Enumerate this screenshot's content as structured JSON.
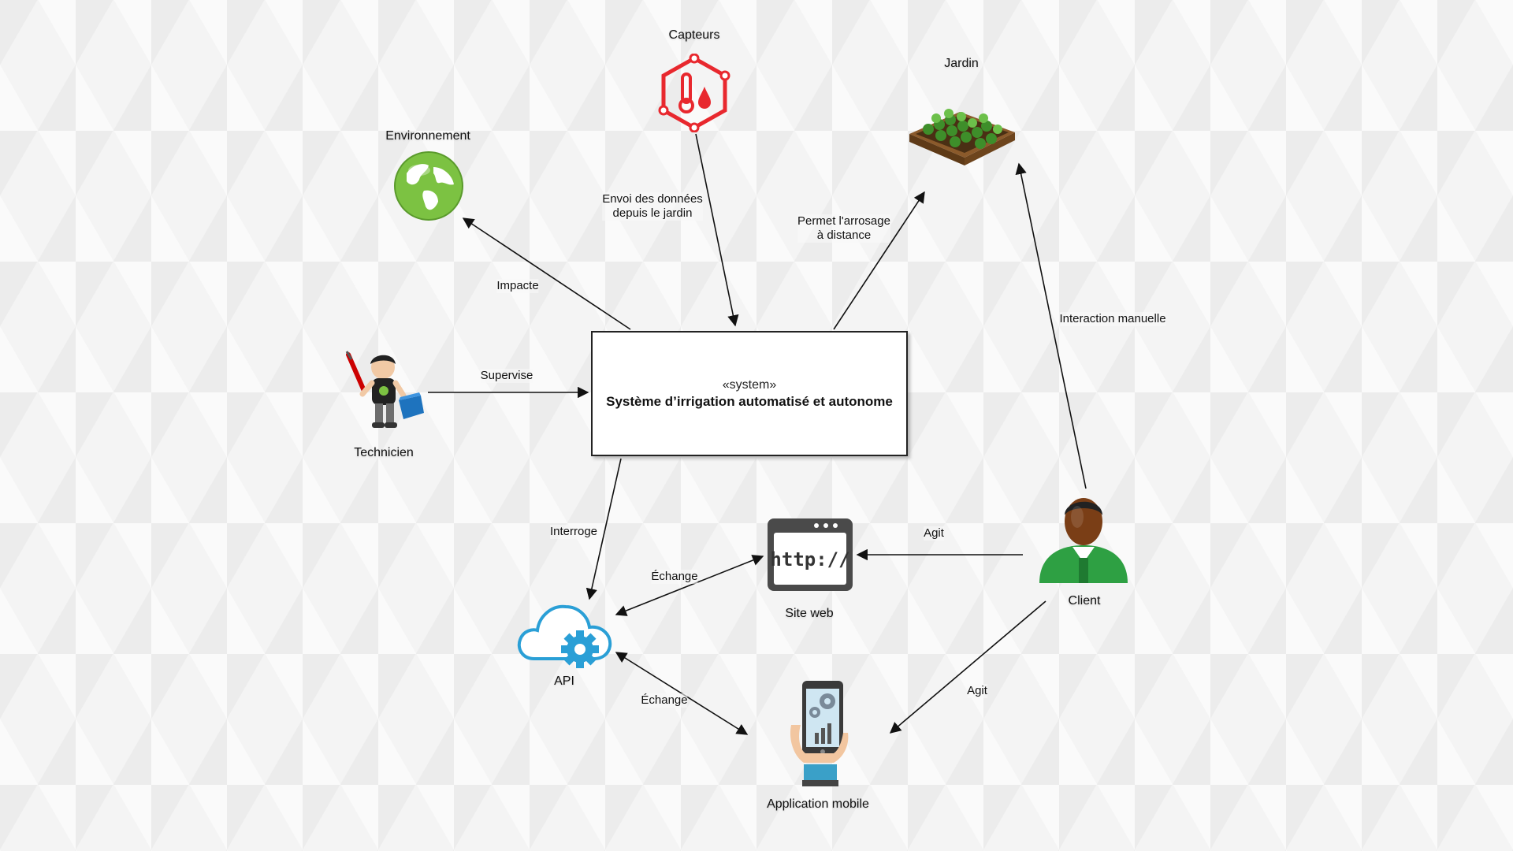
{
  "system": {
    "stereotype": "«system»",
    "title": "Système d’irrigation automatisé et autonome"
  },
  "nodes": {
    "capteurs": "Capteurs",
    "jardin": "Jardin",
    "environnement": "Environnement",
    "technicien": "Technicien",
    "client": "Client",
    "site_web": "Site web",
    "api": "API",
    "app_mobile": "Application mobile"
  },
  "edges": {
    "envoi": "Envoi des données\ndepuis le jardin",
    "arrosage": "Permet l'arrosage\nà distance",
    "impacte": "Impacte",
    "supervise": "Supervise",
    "interaction": "Interaction manuelle",
    "interroge": "Interroge",
    "echange_web": "Échange",
    "echange_app": "Échange",
    "agit_web": "Agit",
    "agit_app": "Agit"
  },
  "colors": {
    "sensor_red": "#e8282e",
    "globe_green": "#7cc242",
    "cloud_blue": "#2a9fd6",
    "client_green": "#2ea043"
  },
  "icons": [
    "hexagon-sensor-icon",
    "garden-bed-icon",
    "globe-icon",
    "technician-icon",
    "client-person-icon",
    "http-browser-icon",
    "cloud-gear-icon",
    "mobile-phone-icon"
  ]
}
